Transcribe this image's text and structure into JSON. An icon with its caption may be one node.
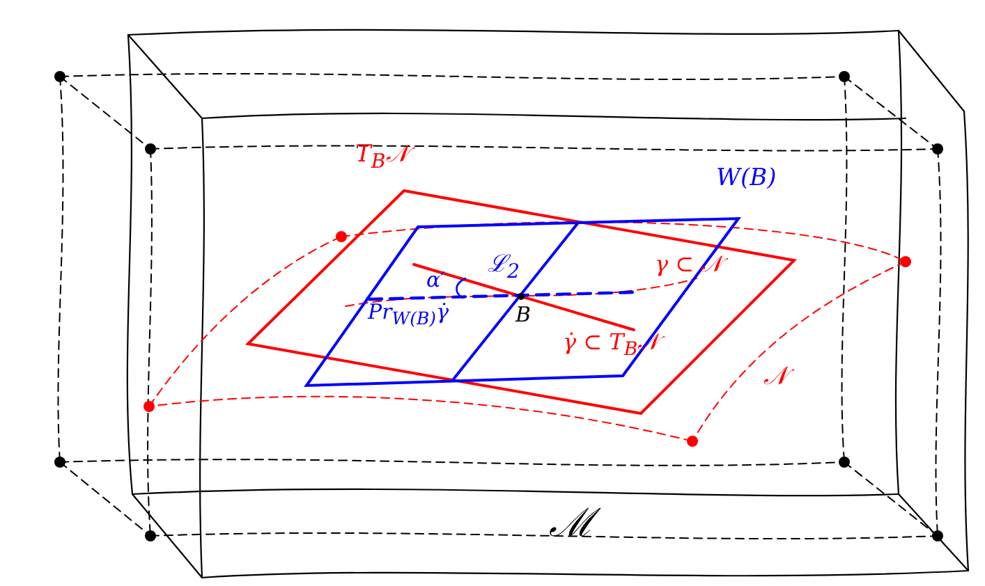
{
  "diagram": {
    "labels": [
      "T$_{B}$𝒩",
      "W(B)",
      "ℒ$_{2}$",
      "γ ⊂ 𝒩",
      "α′",
      "Pr$_{W(B)}$γ̇",
      "B",
      "γ̇ ⊂ T$_{B}$𝒩",
      "𝒩",
      "ℳ"
    ]
  }
}
